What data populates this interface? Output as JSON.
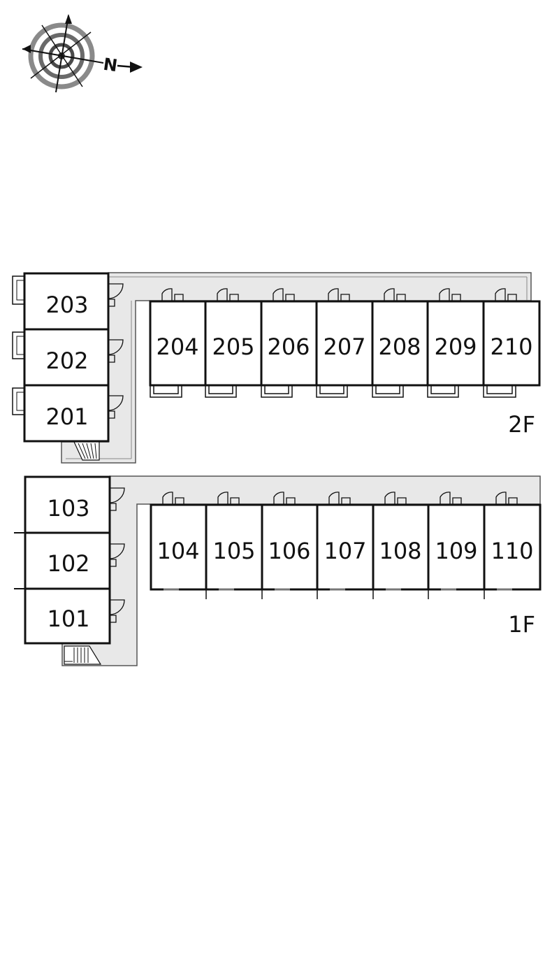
{
  "compass": {
    "north_letter": "N",
    "icon": "compass-rose-icon"
  },
  "floors": [
    {
      "label": "2F",
      "units": [
        "201",
        "202",
        "203",
        "204",
        "205",
        "206",
        "207",
        "208",
        "209",
        "210"
      ]
    },
    {
      "label": "1F",
      "units": [
        "101",
        "102",
        "103",
        "104",
        "105",
        "106",
        "107",
        "108",
        "109",
        "110"
      ]
    }
  ],
  "colors": {
    "corridor": "#e8e8e8",
    "wall": "#111111",
    "background": "#ffffff"
  }
}
